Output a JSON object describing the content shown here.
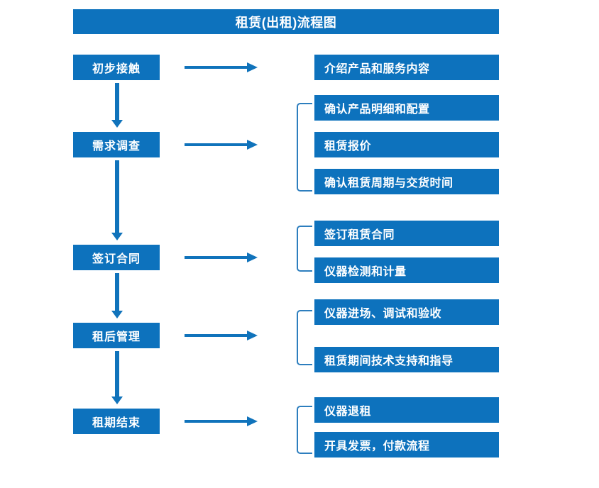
{
  "title": "租赁(出租)流程图",
  "accent_color": "#0d72bd",
  "arrow_color": "#1073bb",
  "bracket_color": "#2d7ebe",
  "text_color": "#ffffff",
  "background_color": "#ffffff",
  "stages": [
    {
      "label": "初步接触"
    },
    {
      "label": "需求调查"
    },
    {
      "label": "签订合同"
    },
    {
      "label": "租后管理"
    },
    {
      "label": "租期结束"
    }
  ],
  "details": [
    {
      "label": "介绍产品和服务内容"
    },
    {
      "label": "确认产品明细和配置"
    },
    {
      "label": "租赁报价"
    },
    {
      "label": "确认租赁周期与交货时间"
    },
    {
      "label": "签订租赁合同"
    },
    {
      "label": "仪器检测和计量"
    },
    {
      "label": "仪器进场、调试和验收"
    },
    {
      "label": "租赁期间技术支持和指导"
    },
    {
      "label": "仪器退租"
    },
    {
      "label": "开具发票，付款流程"
    }
  ],
  "groups": [
    {
      "stage": "初步接触",
      "bracketed": false,
      "detail_labels": [
        "介绍产品和服务内容"
      ]
    },
    {
      "stage": "需求调查",
      "bracketed": true,
      "detail_labels": [
        "确认产品明细和配置",
        "租赁报价",
        "确认租赁周期与交货时间"
      ]
    },
    {
      "stage": "签订合同",
      "bracketed": true,
      "detail_labels": [
        "签订租赁合同",
        "仪器检测和计量"
      ]
    },
    {
      "stage": "租后管理",
      "bracketed": true,
      "detail_labels": [
        "仪器进场、调试和验收",
        "租赁期间技术支持和指导"
      ]
    },
    {
      "stage": "租期结束",
      "bracketed": true,
      "detail_labels": [
        "仪器退租",
        "开具发票，付款流程"
      ]
    }
  ]
}
